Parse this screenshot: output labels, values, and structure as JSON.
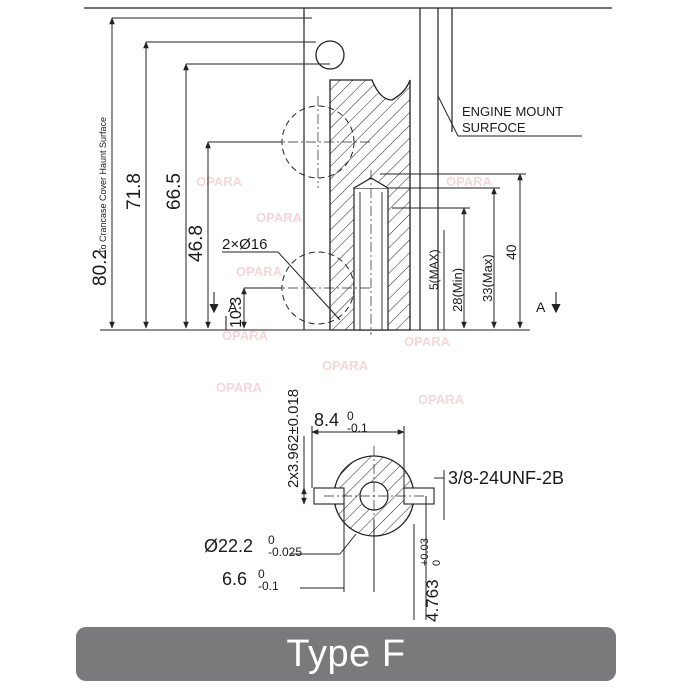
{
  "diagram": {
    "dimensions": {
      "d80_2": "80.2",
      "d80_2_note": "To Crancase Cover Haunt Surface",
      "d71_8": "71.8",
      "d66_5": "66.5",
      "d46_8": "46.8",
      "d10_3": "10.3",
      "holes": "2×Ø16",
      "d5max": "5(MAX)",
      "d28min": "28(Min)",
      "d33max": "33(Max)",
      "d40": "40",
      "d2x3962": "2x3.962±0.018",
      "d8_4": "8.4",
      "d22_2": "Ø22.2",
      "d6_6": "6.6",
      "d4763": "4.763",
      "thread": "3/8-24UNF-2B"
    },
    "tolerances": {
      "upper_zero": "0",
      "lower_01": "-0.1",
      "lower_0025": "-0.025",
      "upper_003": "+0.03",
      "lower_zero": "0"
    },
    "labels": {
      "engine_mount_line1": "ENGINE MOUNT",
      "engine_mount_line2": "SURFOCE",
      "section_a_left": "A",
      "section_a_right": "A"
    },
    "watermark": "OPARA",
    "type_label": "Type F"
  }
}
